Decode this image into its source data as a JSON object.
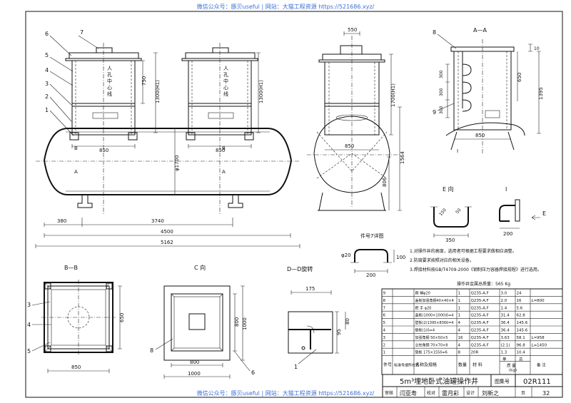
{
  "watermark": {
    "top": "微信公众号：豚贝useful | 网站：大猫工程资源 https://521686.xyz/",
    "bottom": "微信公众号：豚贝useful | 网站：大猫工程资源 https://521686.xyz/"
  },
  "callouts": {
    "c1": "1",
    "c2": "2",
    "c3": "3",
    "c4": "4",
    "c5": "5",
    "c6": "6",
    "c7": "7",
    "c8": "8",
    "c9": "9"
  },
  "views": {
    "aa": "A—A",
    "bb": "B—B",
    "c": "C 向",
    "dd": "D—D旋转",
    "e": "E 向",
    "i": "I",
    "e_arrow": "E",
    "part7": "件号7详图",
    "a_mark": "A",
    "b_mark": "B",
    "c_mark": "C",
    "d_mark": "D",
    "i_mark": "I"
  },
  "vertical_text": [
    "人",
    "孔",
    "中",
    "心",
    "线"
  ],
  "dims": {
    "d850_a": "850",
    "d850_b": "850",
    "d850_c": "850",
    "d850_bb": "850",
    "d850_aa": "850",
    "d750": "750",
    "d1300a": "1300(H1)",
    "d1300b": "1300(H1)",
    "d1700": "φ1700",
    "d380": "380",
    "d3740": "3740",
    "d4500": "4500",
    "d5162": "5162",
    "d550": "550",
    "d1700_aa": "1700(H1)",
    "d1564": "1564",
    "d806": "806",
    "d10": "10",
    "d1395": "1395",
    "d650": "650",
    "d300a": "300",
    "d300b": "300",
    "d300c": "300",
    "d350": "350",
    "d200a": "200",
    "d200b": "200",
    "d150": "150",
    "d50": "50",
    "d800a": "800",
    "d800b": "800",
    "d1000a": "1000",
    "d1000b": "1000",
    "d175": "175",
    "d95": "95",
    "d80": "80",
    "d20": "φ20",
    "d100": "100"
  },
  "notes": [
    "1.对操作井的高度，选用者可根据工程要求做相应调整。",
    "2.防腐要求按照对应的相关设备。",
    "3.焊接材料按GB/T4709-2000《钢制压力容器焊接规程》进行选用。"
  ],
  "total_weight": "操作井金属总质量：565 Kg",
  "bom": {
    "rows": [
      {
        "no": "9",
        "std": "",
        "name": "爬 梯φ20",
        "qty": "1",
        "mat": "Q235-A.F",
        "unit": "3.0",
        "total": "24",
        "note": ""
      },
      {
        "no": "8",
        "std": "",
        "name": "盖板加强角钢40×40×4",
        "qty": "1",
        "mat": "Q235-A.F",
        "unit": "2.0",
        "total": "16",
        "note": "L=800"
      },
      {
        "no": "7",
        "std": "",
        "name": "把 手 φ20",
        "qty": "1",
        "mat": "Q235-A.F",
        "unit": "1.4",
        "total": "5.6",
        "note": ""
      },
      {
        "no": "6",
        "std": "",
        "name": "盖板(1000×1000)δ=4",
        "qty": "1",
        "mat": "Q235-A.F",
        "unit": "31.4",
        "total": "62.8",
        "note": ""
      },
      {
        "no": "5",
        "std": "",
        "name": "壁板(2)1395×836δ=4",
        "qty": "4",
        "mat": "Q235-A.F",
        "unit": "36.4",
        "total": "145.6",
        "note": ""
      },
      {
        "no": "4",
        "std": "",
        "name": "壁板(1)δ=4",
        "qty": "4",
        "mat": "Q235-A.F",
        "unit": "36.4",
        "total": "145.6",
        "note": ""
      },
      {
        "no": "3",
        "std": "",
        "name": "加强角钢 50×50×5",
        "qty": "16",
        "mat": "Q235-A.F",
        "unit": "3.63",
        "total": "58.1",
        "note": "L=958"
      },
      {
        "no": "2",
        "std": "",
        "name": "立柱角钢 70×70×8",
        "qty": "4",
        "mat": "Q235-A.F",
        "unit": "(2.1)",
        "total": "96.8",
        "note": "L=1450"
      },
      {
        "no": "1",
        "std": "",
        "name": "垫板 175×155δ=6",
        "qty": "8",
        "mat": "20R",
        "unit": "1.3",
        "total": "10.4",
        "note": ""
      }
    ],
    "header": {
      "no": "件号",
      "std": "标准号或所在页",
      "name": "名称及规格",
      "qty": "数量",
      "mat": "材 料",
      "weight": "质 量",
      "unit": "单",
      "total": "总",
      "kg": "(kg)",
      "note": "备 注"
    }
  },
  "title_block": {
    "title": "5m³埋地卧式油罐操作井",
    "atlas_label": "图集号",
    "atlas_no": "02R111",
    "review_label": "审核",
    "review_sign": "闫亚寿",
    "check_label": "校对",
    "check_sign": "雷月彩",
    "design_label": "设计",
    "design_sign": "刘新之",
    "page_label": "页",
    "page_no": "32"
  }
}
